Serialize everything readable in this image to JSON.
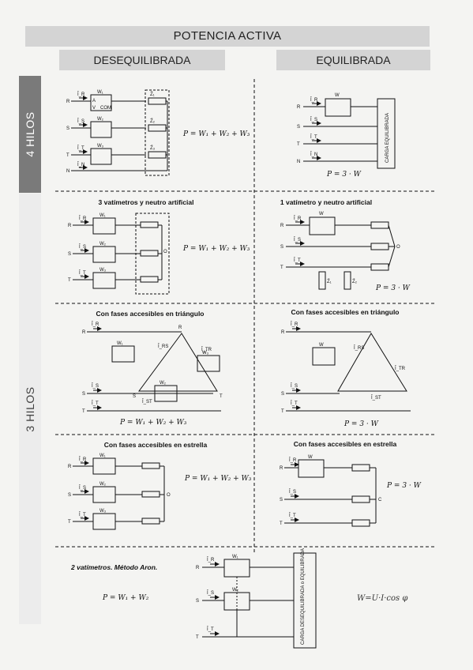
{
  "header": {
    "title": "POTENCIA ACTIVA",
    "left": "DESEQUILIBRADA",
    "right": "EQUILIBRADA"
  },
  "side_labels": {
    "four": "4 HILOS",
    "three": "3 HILOS"
  },
  "sections": {
    "s4u": {
      "formula": "P = W₁ + W₂ + W₃"
    },
    "s4b": {
      "formula": "P = 3 · W",
      "load": "CARGA EQUILIBRADA"
    },
    "s3a": {
      "title": "3 vatímetros y neutro artificial",
      "formula": "P = W₁ + W₂ + W₃"
    },
    "s3b": {
      "title": "1 vatímetro y neutro artificial",
      "formula": "P = 3 · W"
    },
    "s3c": {
      "title": "Con fases accesibles en triángulo",
      "formula": "P = W₁ + W₂ + W₃"
    },
    "s3d": {
      "title": "Con fases accesibles en triángulo",
      "formula": "P = 3 · W"
    },
    "s3e": {
      "title": "Con fases accesibles en estrella",
      "formula": "P = W₁ + W₂ + W₃"
    },
    "s3f": {
      "title": "Con fases accesibles en estrella",
      "formula": "P = 3 · W"
    },
    "aron": {
      "title": "2 vatímetros. Método Aron.",
      "formula": "P = W₁ + W₂",
      "load": "CARGA DESEQUILIBRADA o EQUILIBRADA",
      "note": "W=U·I·cos φ"
    }
  },
  "labels": {
    "R": "R",
    "S": "S",
    "T": "T",
    "N": "N",
    "O": "O",
    "C": "C",
    "W": "W",
    "W1": "W₁",
    "W2": "W₂",
    "W3": "W₃",
    "A": "A",
    "V": "V",
    "COM": "COM",
    "IR": "Ī_R",
    "IS": "Ī_S",
    "IT": "Ī_T",
    "IN": "Ī_N",
    "IRS": "Ī_RS",
    "IST": "Ī_ST",
    "ITR": "Ī_TR",
    "Z1": "Z̄₁",
    "Z2": "Z̄₂",
    "Z3": "Z̄₃"
  },
  "colors": {
    "banner": "#d4d4d4",
    "side_dark": "#7a7a7a",
    "ink": "#111111"
  }
}
